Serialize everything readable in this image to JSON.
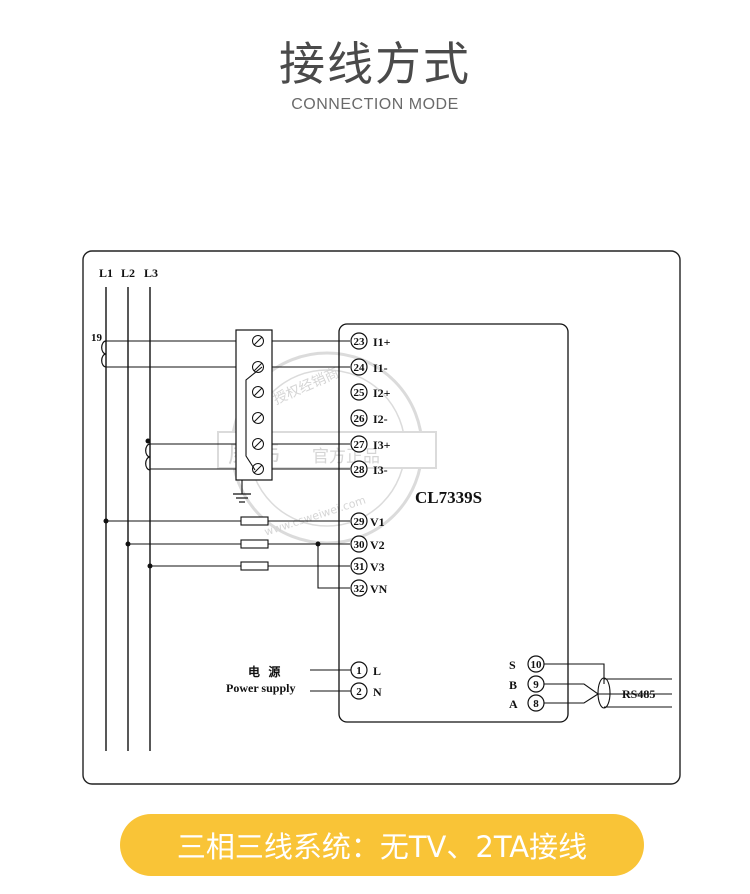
{
  "header": {
    "title": "接线方式",
    "subtitle": "CONNECTION MODE"
  },
  "diagram": {
    "lines": [
      "L1",
      "L2",
      "L3"
    ],
    "ct_label": "19",
    "model": "CL7339S",
    "terminals": [
      {
        "num": "23",
        "label": "I1+"
      },
      {
        "num": "24",
        "label": "I1-"
      },
      {
        "num": "25",
        "label": "I2+"
      },
      {
        "num": "26",
        "label": "I2-"
      },
      {
        "num": "27",
        "label": "I3+"
      },
      {
        "num": "28",
        "label": "I3-"
      },
      {
        "num": "29",
        "label": "V1"
      },
      {
        "num": "30",
        "label": "V2"
      },
      {
        "num": "31",
        "label": "V3"
      },
      {
        "num": "32",
        "label": "VN"
      }
    ],
    "power_terminals": [
      {
        "num": "1",
        "label": "L"
      },
      {
        "num": "2",
        "label": "N"
      }
    ],
    "power_label_zh": "电  源",
    "power_label_en": "Power supply",
    "comm_terminals": [
      {
        "num": "10",
        "label": "S"
      },
      {
        "num": "9",
        "label": "B"
      },
      {
        "num": "8",
        "label": "A"
      }
    ],
    "comm_label": "RS485",
    "watermark": {
      "logo": "威伟",
      "text": "官方正品",
      "url": "www.csweiwei.com",
      "ring_text": "授权经销商"
    }
  },
  "footer": {
    "banner": "三相三线系统：无TV、2TA接线"
  },
  "colors": {
    "banner_bg": "#f9c437",
    "banner_text": "#ffffff",
    "title_text": "#4a4a4a"
  }
}
